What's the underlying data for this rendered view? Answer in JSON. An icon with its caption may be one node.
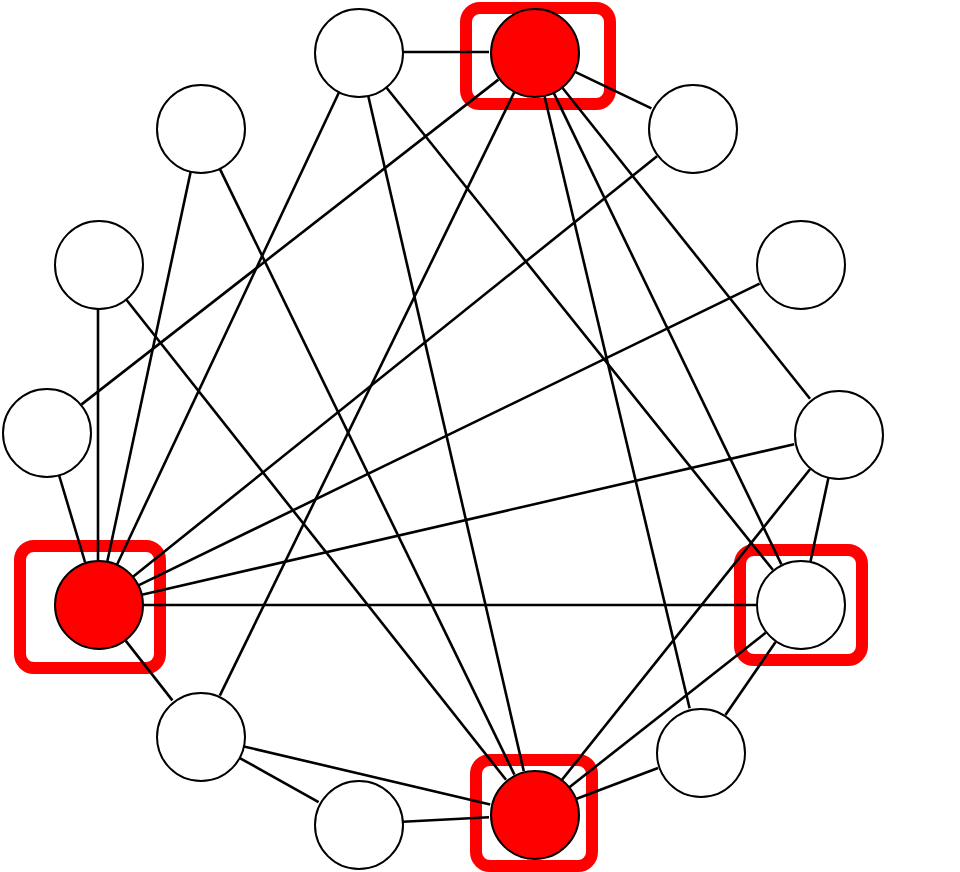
{
  "diagram": {
    "nodes": [
      {
        "text": [],
        "shape": "circle"
      },
      {
        "text": [],
        "shape": "box"
      },
      {
        "text": [],
        "shape": "circle",
        "in": 1
      },
      {
        "text": [],
        "shape": "circle"
      },
      {
        "text": [],
        "shape": "circle"
      },
      {
        "text": [],
        "shape": "circle"
      },
      {
        "text": [],
        "shape": "circle"
      },
      {
        "text": [],
        "shape": "circle"
      },
      {
        "text": [],
        "shape": "circle"
      },
      {
        "text": [],
        "shape": "box"
      },
      {
        "text": [],
        "shape": "circle",
        "in": 9
      },
      {
        "text": [],
        "shape": "box"
      },
      {
        "text": [],
        "shape": "circle",
        "in": 11
      },
      {
        "text": [],
        "shape": "circle"
      },
      {
        "text": [],
        "shape": "circle"
      },
      {
        "text": [],
        "shape": "circle"
      },
      {
        "text": [],
        "shape": "box"
      },
      {
        "text": [],
        "shape": "circle",
        "in": 16
      }
    ],
    "edges": [
      {
        "from": 0,
        "to": 2,
        "arrow": "none"
      },
      {
        "from": 0,
        "to": 10,
        "arrow": "none"
      },
      {
        "from": 0,
        "to": 17,
        "arrow": "none"
      },
      {
        "from": 0,
        "to": 12,
        "arrow": "none"
      },
      {
        "from": 2,
        "to": 4,
        "arrow": "none"
      },
      {
        "from": 2,
        "to": 7,
        "arrow": "none"
      },
      {
        "from": 2,
        "to": 13,
        "arrow": "none"
      },
      {
        "from": 2,
        "to": 14,
        "arrow": "none"
      },
      {
        "from": 2,
        "to": 12,
        "arrow": "none"
      },
      {
        "from": 2,
        "to": 8,
        "arrow": "none"
      },
      {
        "from": 3,
        "to": 10,
        "arrow": "none"
      },
      {
        "from": 3,
        "to": 17,
        "arrow": "none"
      },
      {
        "from": 4,
        "to": 10,
        "arrow": "none"
      },
      {
        "from": 5,
        "to": 10,
        "arrow": "none"
      },
      {
        "from": 5,
        "to": 17,
        "arrow": "none"
      },
      {
        "from": 6,
        "to": 10,
        "arrow": "none"
      },
      {
        "from": 7,
        "to": 10,
        "arrow": "none"
      },
      {
        "from": 8,
        "to": 10,
        "arrow": "none"
      },
      {
        "from": 8,
        "to": 17,
        "arrow": "none"
      },
      {
        "from": 8,
        "to": 12,
        "arrow": "none"
      },
      {
        "from": 10,
        "to": 12,
        "arrow": "none"
      },
      {
        "from": 10,
        "to": 13,
        "arrow": "none"
      },
      {
        "from": 12,
        "to": 14,
        "arrow": "none"
      },
      {
        "from": 12,
        "to": 17,
        "arrow": "none"
      },
      {
        "from": 13,
        "to": 15,
        "arrow": "none"
      },
      {
        "from": 13,
        "to": 17,
        "arrow": "none"
      },
      {
        "from": 14,
        "to": 17,
        "arrow": "none"
      },
      {
        "from": 15,
        "to": 17,
        "arrow": "none"
      }
    ]
  }
}
